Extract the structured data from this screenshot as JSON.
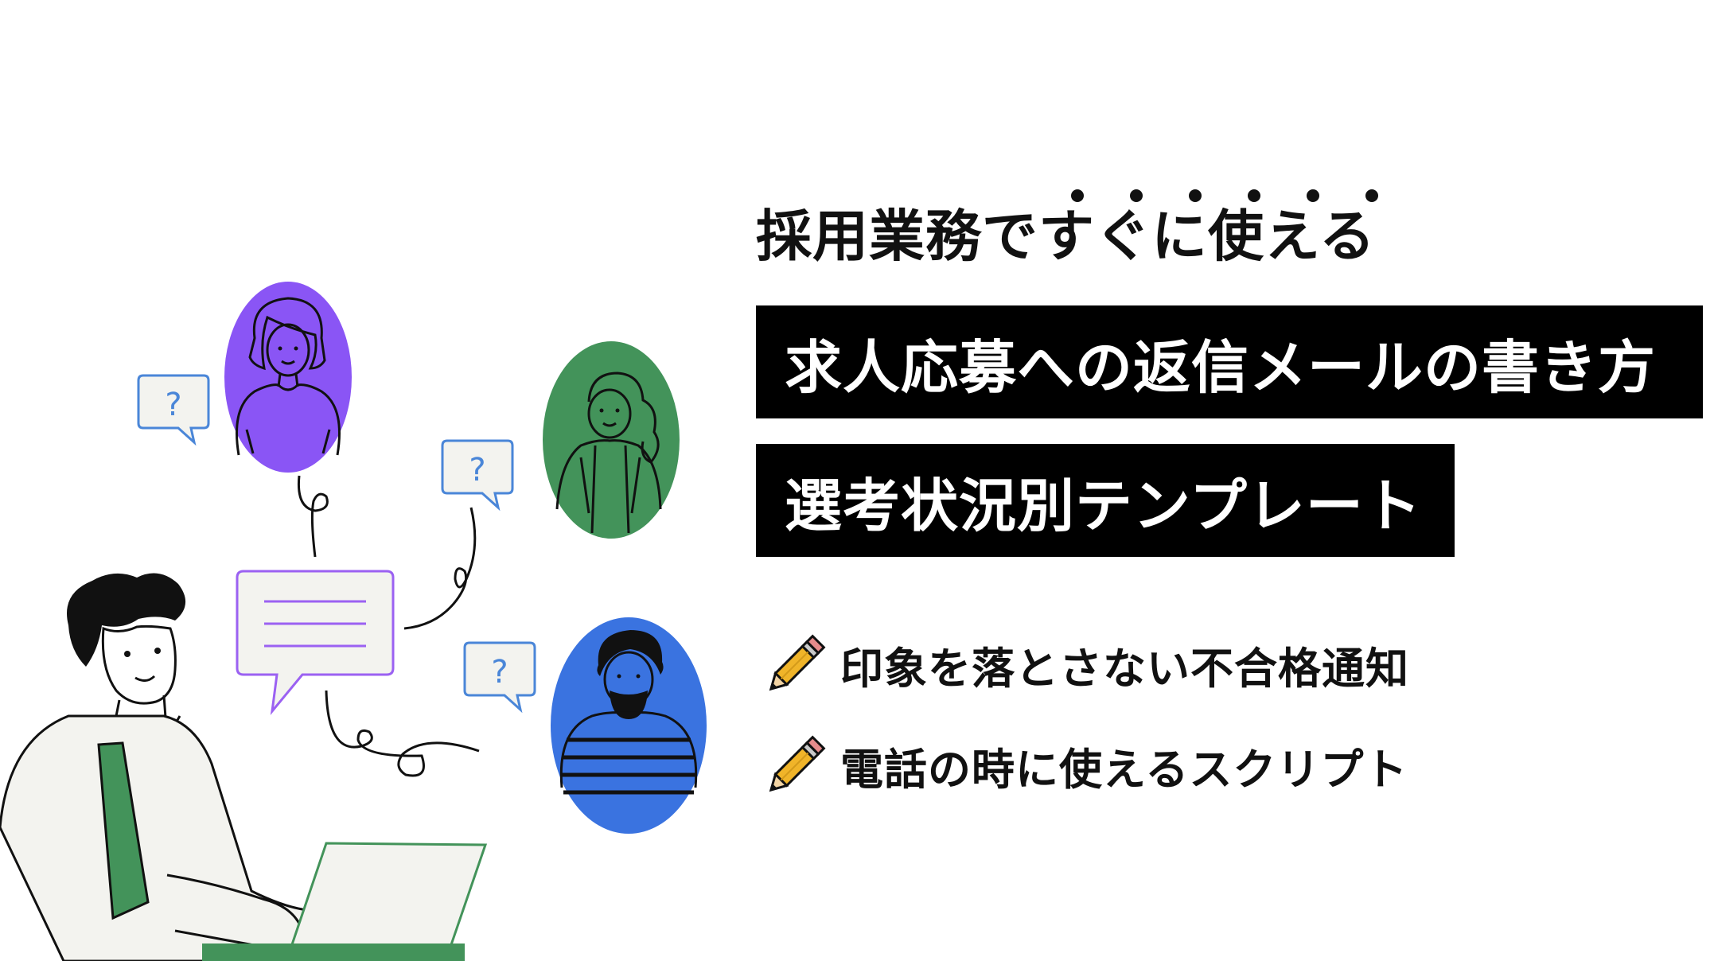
{
  "header": {
    "subtitle": "採用業務ですぐに使える",
    "title": "求人応募への返信メールの書き方",
    "subtitle2": "選考状況別テンプレート"
  },
  "bullets": [
    {
      "icon": "pencil-icon",
      "text": "印象を落とさない不合格通知"
    },
    {
      "icon": "pencil-icon",
      "text": "電話の時に使えるスクリプト"
    }
  ],
  "illustration": {
    "avatars": [
      {
        "icon": "woman-avatar-icon",
        "color": "#8a55f5"
      },
      {
        "icon": "woman-ponytail-avatar-icon",
        "color": "#43935a"
      },
      {
        "icon": "bearded-man-avatar-icon",
        "color": "#3a73e0"
      }
    ],
    "bubbles": [
      {
        "icon": "question-bubble-icon",
        "text": "?"
      },
      {
        "icon": "question-bubble-icon",
        "text": "?"
      },
      {
        "icon": "question-bubble-icon",
        "text": "?"
      }
    ],
    "colors": {
      "message_border": "#9b61f2",
      "question_border": "#4a86d8",
      "tie": "#43935a"
    }
  }
}
